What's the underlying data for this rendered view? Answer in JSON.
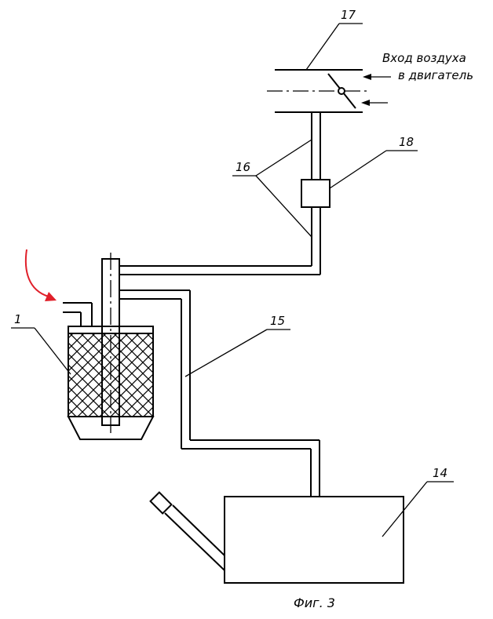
{
  "labels": {
    "l1": "1",
    "l14": "14",
    "l15": "15",
    "l16": "16",
    "l17": "17",
    "l18": "18"
  },
  "air_text": {
    "line1": "Вход воздуха",
    "line2": "в двигатель"
  },
  "caption": "Фиг. 3",
  "colors": {
    "ink": "#000000",
    "accent_arrow": "#e0202a"
  }
}
